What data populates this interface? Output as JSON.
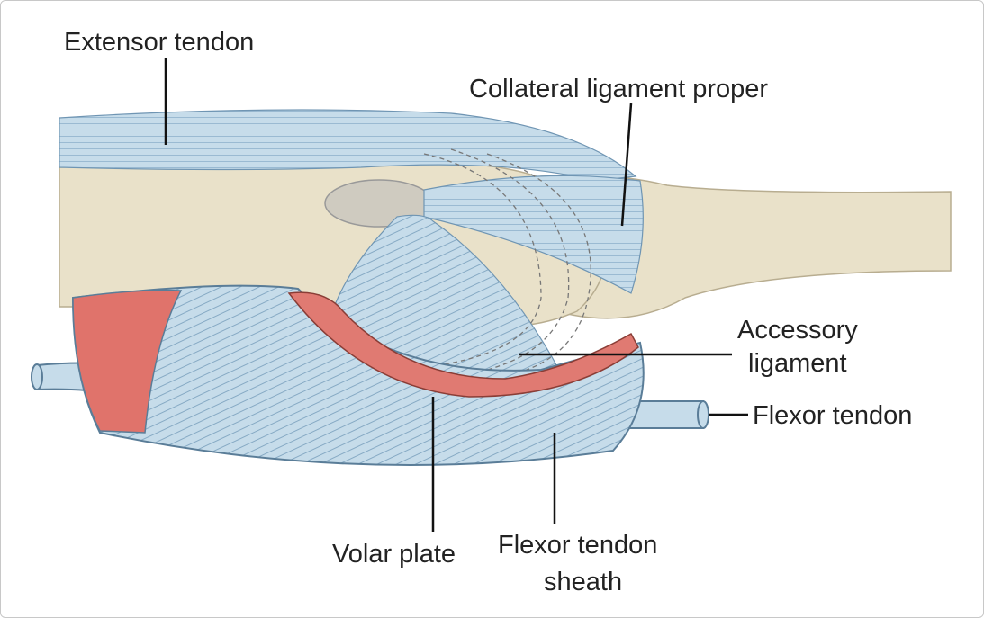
{
  "labels": {
    "extensor_tendon": "Extensor tendon",
    "collateral_ligament_proper": "Collateral ligament proper",
    "accessory_ligament_line1": "Accessory",
    "accessory_ligament_line2": "ligament",
    "flexor_tendon": "Flexor tendon",
    "volar_plate": "Volar plate",
    "flexor_tendon_sheath_line1": "Flexor tendon",
    "flexor_tendon_sheath_line2": "sheath"
  },
  "colors": {
    "bone": "#e9e1c9",
    "ligament": "#c6dcea",
    "ligament_lines": "#8fb2cc",
    "volar_plate": "#e07a72",
    "muscle": "#e0736b"
  }
}
